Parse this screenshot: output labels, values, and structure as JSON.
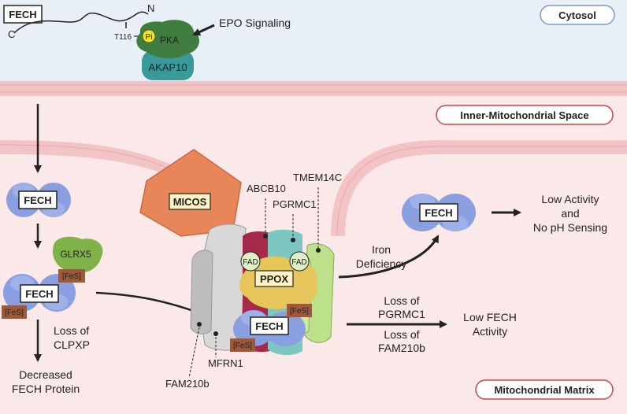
{
  "regions": {
    "cytosol": "Cytosol",
    "ims": "Inner-Mitochondrial Space",
    "matrix": "Mitochondrial Matrix"
  },
  "proteins": {
    "fech": "FECH",
    "pka": "PKA",
    "akap10": "AKAP10",
    "pi": "Pi",
    "t116": "T116",
    "glrx5": "GLRX5",
    "fes": "[FeS]",
    "micos": "MICOS",
    "abcb10": "ABCB10",
    "pgrmc1": "PGRMC1",
    "tmem14c": "TMEM14C",
    "fad": "FAD",
    "ppox": "PPOX",
    "mfrn1": "MFRN1",
    "fam210b": "FAM210b"
  },
  "terminals": {
    "n": "N",
    "c": "C"
  },
  "labels": {
    "epo_signaling": "EPO Signaling",
    "loss_of": "Loss of",
    "clpxp": "CLPXP",
    "decreased": "Decreased",
    "fech_protein": "FECH Protein",
    "iron": "Iron",
    "deficiency": "Deficiency",
    "low_activity": "Low Activity",
    "and": "and",
    "no_ph": "No pH Sensing",
    "loss_of_pgrmc1_a": "Loss of",
    "loss_of_pgrmc1_b": "PGRMC1",
    "loss_of_fam_a": "Loss of",
    "loss_of_fam_b": "FAM210b",
    "low_fech": "Low FECH",
    "activity": "Activity"
  },
  "colors": {
    "cytosol_bg": "#e9eff7",
    "mito_bg": "#fbe9e9",
    "membrane": "#f2c4c6",
    "region_border": "#c8474d",
    "cytosol_border": "#7a9cc6",
    "fech_blue": "#8a9fe0",
    "pka_green": "#3f7d3f",
    "akap_teal": "#3a9a9a",
    "glrx5_green": "#7fb34a",
    "fes_brown": "#9c5a3c",
    "micos_orange": "#e8865a",
    "abcb10_red": "#a5294a",
    "pgrmc1_teal": "#7ec7c0",
    "tmem_green": "#bde08a",
    "ppox_yellow": "#e6c55a"
  }
}
